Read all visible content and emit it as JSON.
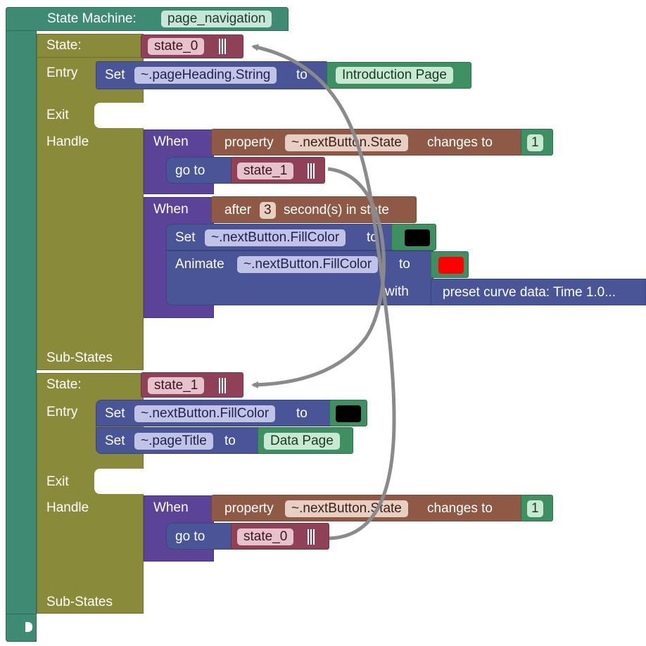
{
  "state_machine": {
    "label": "State Machine:",
    "name": "page_navigation"
  },
  "states": [
    {
      "state_label": "State:",
      "name": "state_0",
      "entry_label": "Entry",
      "exit_label": "Exit",
      "handle_label": "Handle",
      "substates_label": "Sub-States",
      "entry": [
        {
          "set_label": "Set",
          "target": "~.pageHeading.String",
          "to_label": "to",
          "value": "Introduction Page"
        }
      ],
      "handlers": [
        {
          "when_label": "When",
          "property_label": "property",
          "property": "~.nextButton.State",
          "changes_label": "changes to",
          "value": "1",
          "goto_label": "go to",
          "goto": "state_1"
        },
        {
          "when_label": "When",
          "after_label": "after",
          "seconds": "3",
          "seconds_label": "second(s) in state",
          "set_label": "Set",
          "set_target": "~.nextButton.FillColor",
          "set_to_label": "to",
          "set_color": "#000000",
          "animate_label": "Animate",
          "animate_target": "~.nextButton.FillColor",
          "animate_to_label": "to",
          "animate_color": "#ff0000",
          "with_label": "with",
          "curve": "preset curve data: Time 1.0..."
        }
      ]
    },
    {
      "state_label": "State:",
      "name": "state_1",
      "entry_label": "Entry",
      "exit_label": "Exit",
      "handle_label": "Handle",
      "substates_label": "Sub-States",
      "entry": [
        {
          "set_label": "Set",
          "target": "~.nextButton.FillColor",
          "to_label": "to",
          "color": "#000000"
        },
        {
          "set_label": "Set",
          "target": "~.pageTitle",
          "to_label": "to",
          "value": "Data Page"
        }
      ],
      "handlers": [
        {
          "when_label": "When",
          "property_label": "property",
          "property": "~.nextButton.State",
          "changes_label": "changes to",
          "value": "1",
          "goto_label": "go to",
          "goto": "state_0"
        }
      ]
    }
  ]
}
